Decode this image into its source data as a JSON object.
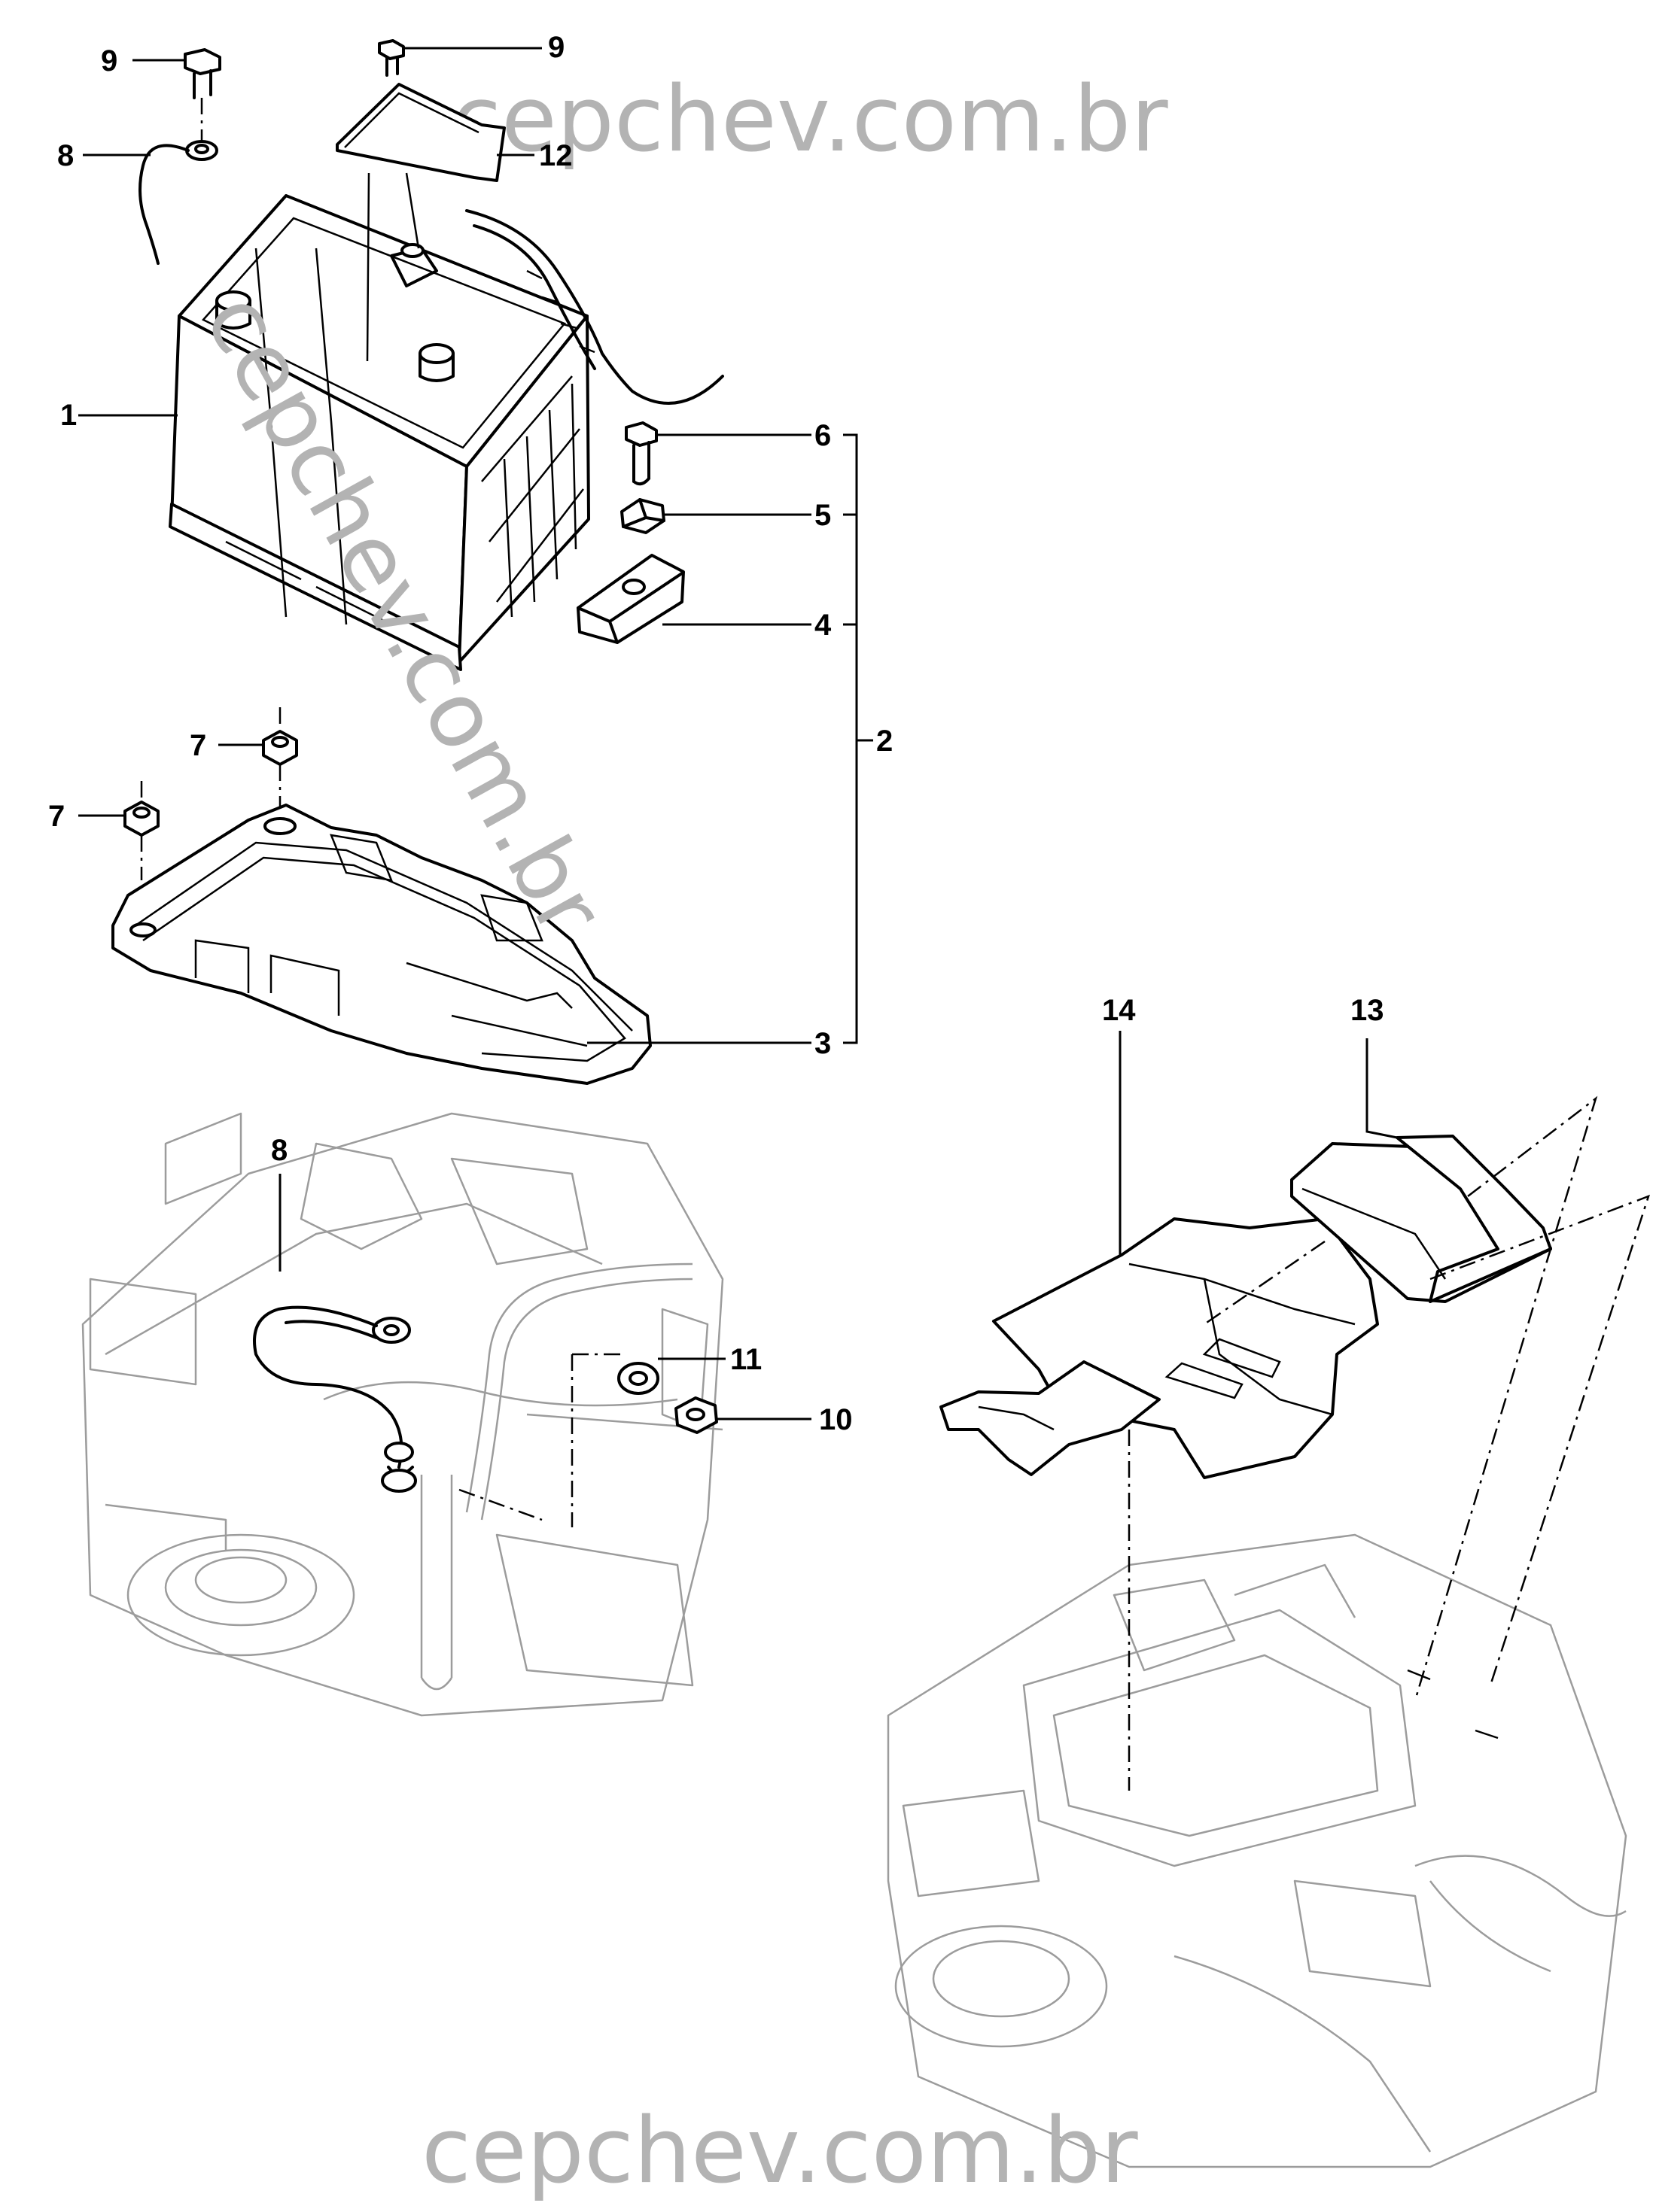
{
  "watermark": {
    "top_text": "cepchev.com.br",
    "bottom_text": "cepchev.com.br",
    "diagonal_text": "cepchev.com.br"
  },
  "callouts": {
    "c1": "1",
    "c2": "2",
    "c3": "3",
    "c4": "4",
    "c5": "5",
    "c6": "6",
    "c7a": "7",
    "c7b": "7",
    "c8a": "8",
    "c8b": "8",
    "c9a": "9",
    "c9b": "9",
    "c10": "10",
    "c11": "11",
    "c12": "12",
    "c13": "13",
    "c14": "14"
  }
}
